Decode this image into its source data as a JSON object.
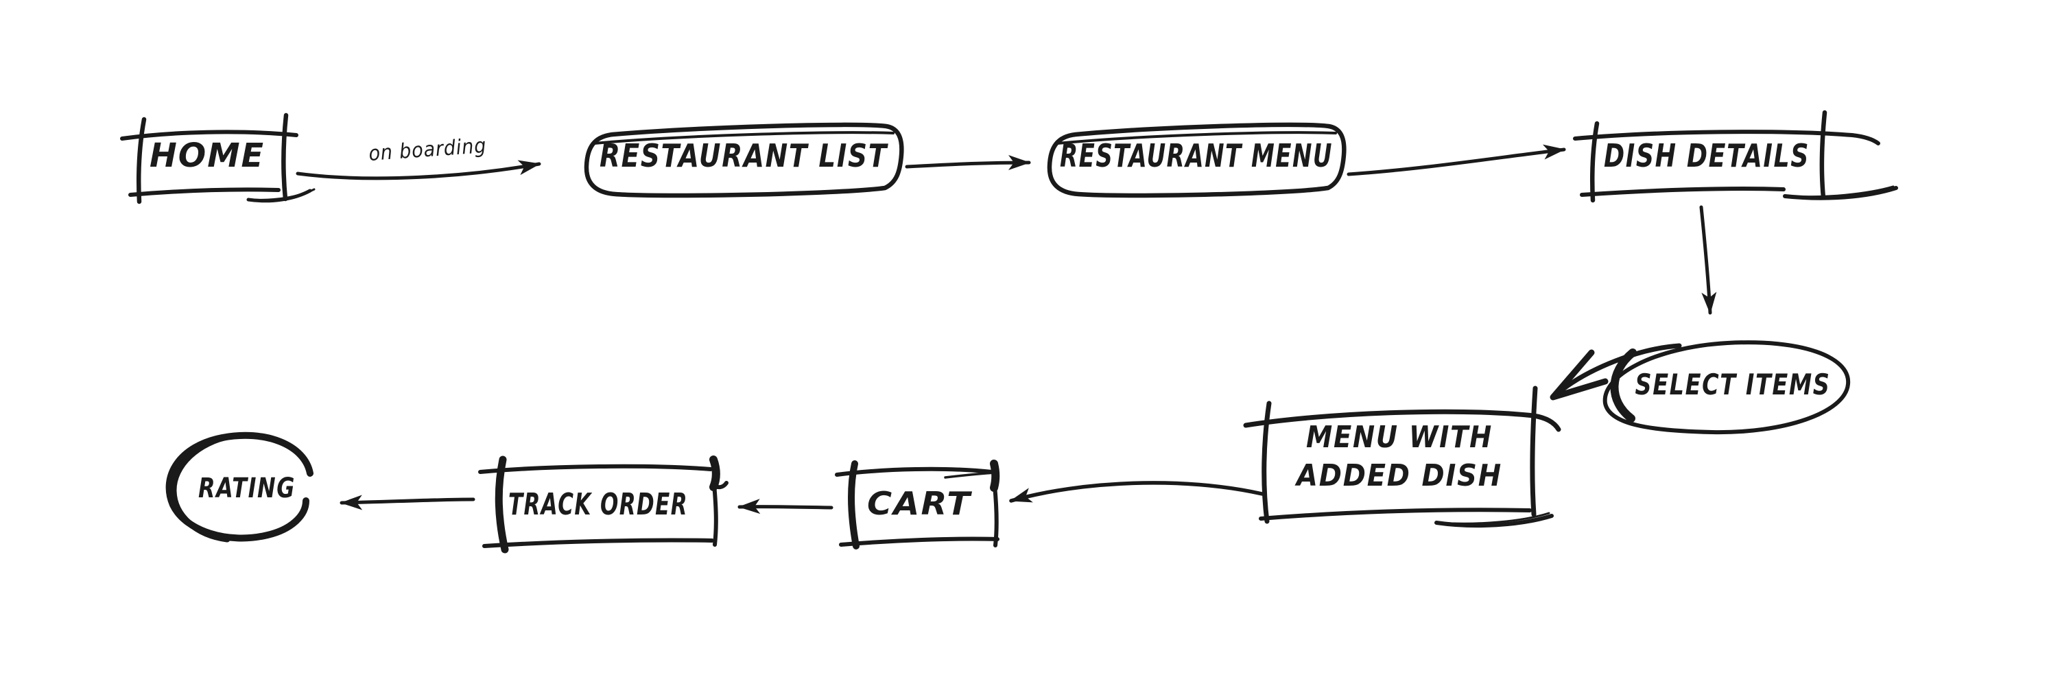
{
  "diagram": {
    "style": "hand-drawn-sketch",
    "colors": {
      "ink": "#1a1a1a",
      "background": "#ffffff"
    },
    "nodes": [
      {
        "id": "home",
        "label": "HOME",
        "shape": "rectangle"
      },
      {
        "id": "restaurant-list",
        "label": "RESTAURANT LIST",
        "shape": "rounded-rectangle"
      },
      {
        "id": "restaurant-menu",
        "label": "RESTAURANT MENU",
        "shape": "rounded-rectangle"
      },
      {
        "id": "dish-details",
        "label": "DISH DETAILS",
        "shape": "rectangle"
      },
      {
        "id": "select-items",
        "label": "SELECT ITEMS",
        "shape": "ellipse"
      },
      {
        "id": "menu-with-added-dish",
        "label": "MENU WITH ADDED DISH",
        "lines": [
          "MENU WITH",
          "ADDED DISH"
        ],
        "shape": "rectangle"
      },
      {
        "id": "cart",
        "label": "CART",
        "shape": "rectangle"
      },
      {
        "id": "track-order",
        "label": "TRACK ORDER",
        "shape": "rectangle"
      },
      {
        "id": "rating",
        "label": "RATING",
        "shape": "ellipse"
      }
    ],
    "edges": [
      {
        "from": "home",
        "to": "restaurant-list",
        "label": "on boarding",
        "direction": "right"
      },
      {
        "from": "restaurant-list",
        "to": "restaurant-menu",
        "label": "",
        "direction": "right"
      },
      {
        "from": "restaurant-menu",
        "to": "dish-details",
        "label": "",
        "direction": "right"
      },
      {
        "from": "dish-details",
        "to": "select-items",
        "label": "",
        "direction": "down"
      },
      {
        "from": "select-items",
        "to": "menu-with-added-dish",
        "label": "",
        "direction": "down-left"
      },
      {
        "from": "menu-with-added-dish",
        "to": "cart",
        "label": "",
        "direction": "left"
      },
      {
        "from": "cart",
        "to": "track-order",
        "label": "",
        "direction": "left"
      },
      {
        "from": "track-order",
        "to": "rating",
        "label": "",
        "direction": "left"
      }
    ]
  }
}
